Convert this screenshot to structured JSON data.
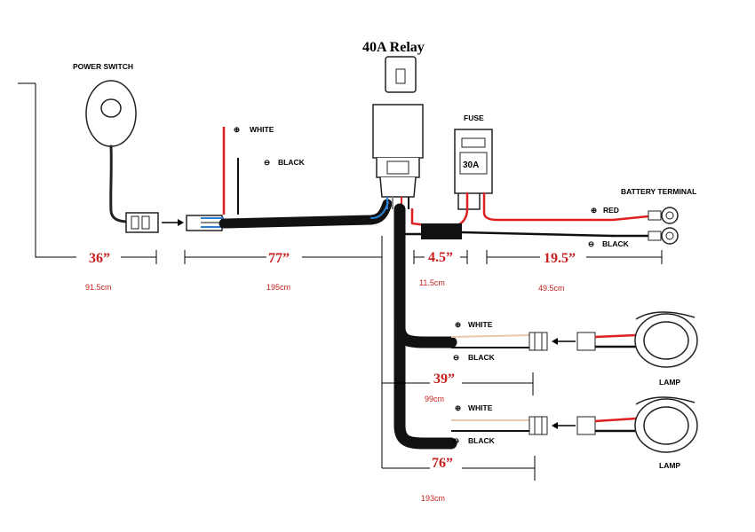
{
  "title": "40A Relay",
  "labels": {
    "power_switch": "POWER SWITCH",
    "fuse": "FUSE",
    "fuse_rating": "30A",
    "battery_terminal": "BATTERY TERMINAL",
    "white": "WHITE",
    "black": "BLACK",
    "red": "RED",
    "lamp": "LAMP"
  },
  "measurements": {
    "switch_len": "36”",
    "switch_cm": "91.5cm",
    "main_len": "77”",
    "main_cm": "195cm",
    "fuse_len": "4.5”",
    "fuse_cm": "11.5cm",
    "battery_len": "19.5”",
    "battery_cm": "49.5cm",
    "lamp1_len": "39”",
    "lamp1_cm": "99cm",
    "lamp2_len": "76”",
    "lamp2_cm": "193cm"
  },
  "colors": {
    "wire_red": "#e02020",
    "wire_black": "#111111",
    "measure_red": "#c81e1e",
    "wire_blue": "#2a7fd4",
    "wire_white": "#f0f0f0"
  }
}
